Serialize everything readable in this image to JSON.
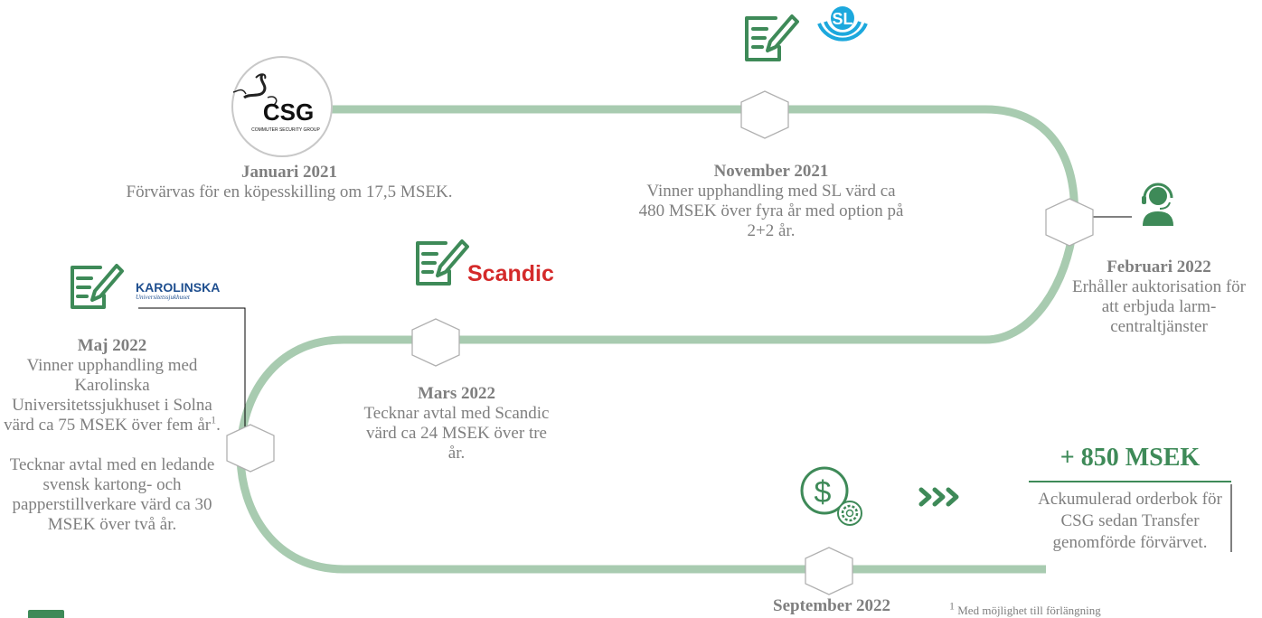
{
  "colors": {
    "track": "#a8cbb0",
    "accent": "#3e8a58",
    "sl_blue": "#1ca8dd",
    "scandic_red": "#d42a2a",
    "karolinska_blue": "#1f4f8f",
    "text": "#7f7f7f"
  },
  "logos": {
    "csg": {
      "main": "CSG",
      "sub": "COMMUTER SECURITY GROUP"
    },
    "sl": "SL",
    "scandic": "Scandic",
    "karolinska": {
      "main": "KAROLINSKA",
      "sub": "Universitetssjukhuset"
    }
  },
  "icons": {
    "contract": "contract-pen-icon",
    "operator": "headset-operator-icon",
    "money_gear": "dollar-gear-icon",
    "chevrons": "triple-chevron-icon"
  },
  "milestones": {
    "jan2021": {
      "date": "Januari 2021",
      "desc": "Förvärvas för en köpesskilling om 17,5 MSEK."
    },
    "nov2021": {
      "date": "November 2021",
      "desc": "Vinner upphandling med SL värd ca 480 MSEK över fyra år med option på 2+2 år."
    },
    "feb2022": {
      "date": "Februari 2022",
      "desc": "Erhåller auktorisation för att erbjuda larm-centraltjänster"
    },
    "mar2022": {
      "date": "Mars 2022",
      "desc": "Tecknar avtal med Scandic värd ca 24 MSEK över tre år."
    },
    "may2022": {
      "date": "Maj 2022",
      "desc": "Vinner upphandling med Karolinska Universitetssjukhuset i Solna värd ca 75 MSEK över fem år",
      "desc_sup": "1",
      "desc_end": ".",
      "desc2": "Tecknar avtal med en ledande svensk kartong- och papperstillverkare värd ca 30 MSEK över två år."
    },
    "sep2022": {
      "date": "September 2022"
    }
  },
  "summary": {
    "value": "+ 850 MSEK",
    "desc": "Ackumulerad orderbok för CSG sedan Transfer genomförde förvärvet."
  },
  "footnote": {
    "sup": "1",
    "text": "Med möjlighet till förlängning"
  }
}
